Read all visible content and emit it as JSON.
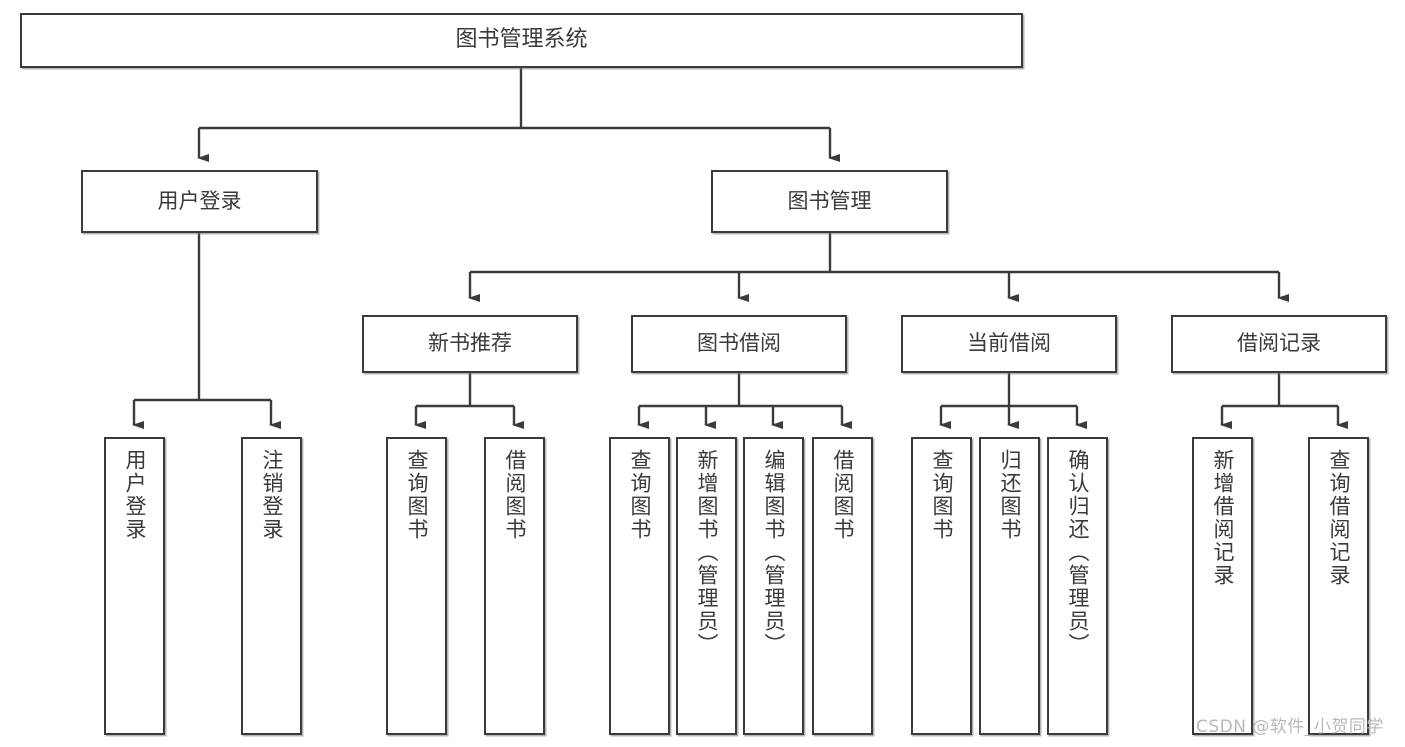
{
  "diagram": {
    "title": "图书管理系统",
    "type": "tree",
    "orientation": "top-down",
    "levels": 4,
    "root": {
      "id": "root",
      "label": "图书管理系统",
      "text_orientation": "horizontal"
    },
    "level2": [
      {
        "id": "user-login",
        "label": "用户登录",
        "text_orientation": "horizontal"
      },
      {
        "id": "book-management",
        "label": "图书管理",
        "text_orientation": "horizontal"
      }
    ],
    "level3": [
      {
        "id": "new-book-recommend",
        "label": "新书推荐",
        "text_orientation": "horizontal",
        "parent": "book-management"
      },
      {
        "id": "book-borrow",
        "label": "图书借阅",
        "text_orientation": "horizontal",
        "parent": "book-management"
      },
      {
        "id": "current-borrow",
        "label": "当前借阅",
        "text_orientation": "horizontal",
        "parent": "book-management"
      },
      {
        "id": "borrow-record",
        "label": "借阅记录",
        "text_orientation": "horizontal",
        "parent": "book-management"
      }
    ],
    "leaves": [
      {
        "id": "leaf-user-login",
        "label": "用户登录",
        "text_orientation": "vertical",
        "parent": "user-login"
      },
      {
        "id": "leaf-logout-login",
        "label": "注销登录",
        "text_orientation": "vertical",
        "parent": "user-login"
      },
      {
        "id": "leaf-query-book-1",
        "label": "查询图书",
        "text_orientation": "vertical",
        "parent": "new-book-recommend"
      },
      {
        "id": "leaf-borrow-book-1",
        "label": "借阅图书",
        "text_orientation": "vertical",
        "parent": "new-book-recommend"
      },
      {
        "id": "leaf-query-book-2",
        "label": "查询图书",
        "text_orientation": "vertical",
        "parent": "book-borrow"
      },
      {
        "id": "leaf-add-book",
        "label": "新增图书（管理员）",
        "text_orientation": "vertical",
        "parent": "book-borrow"
      },
      {
        "id": "leaf-edit-book",
        "label": "编辑图书（管理员）",
        "text_orientation": "vertical",
        "parent": "book-borrow"
      },
      {
        "id": "leaf-borrow-book-2",
        "label": "借阅图书",
        "text_orientation": "vertical",
        "parent": "book-borrow"
      },
      {
        "id": "leaf-query-book-3",
        "label": "查询图书",
        "text_orientation": "vertical",
        "parent": "current-borrow"
      },
      {
        "id": "leaf-return-book",
        "label": "归还图书",
        "text_orientation": "vertical",
        "parent": "current-borrow"
      },
      {
        "id": "leaf-confirm-return",
        "label": "确认归还（管理员）",
        "text_orientation": "vertical",
        "parent": "current-borrow"
      },
      {
        "id": "leaf-add-borrow-record",
        "label": "新增借阅记录",
        "text_orientation": "vertical",
        "parent": "borrow-record"
      },
      {
        "id": "leaf-query-borrow-record",
        "label": "查询借阅记录",
        "text_orientation": "vertical",
        "parent": "borrow-record"
      }
    ]
  },
  "watermark": {
    "text": "CSDN @软件_小贺同学"
  },
  "colors": {
    "stroke": "#3b3b3b",
    "node_fill": "#ffffff",
    "text": "#3a3a3a",
    "watermark": "#b9b9b9",
    "background": "#ffffff"
  }
}
